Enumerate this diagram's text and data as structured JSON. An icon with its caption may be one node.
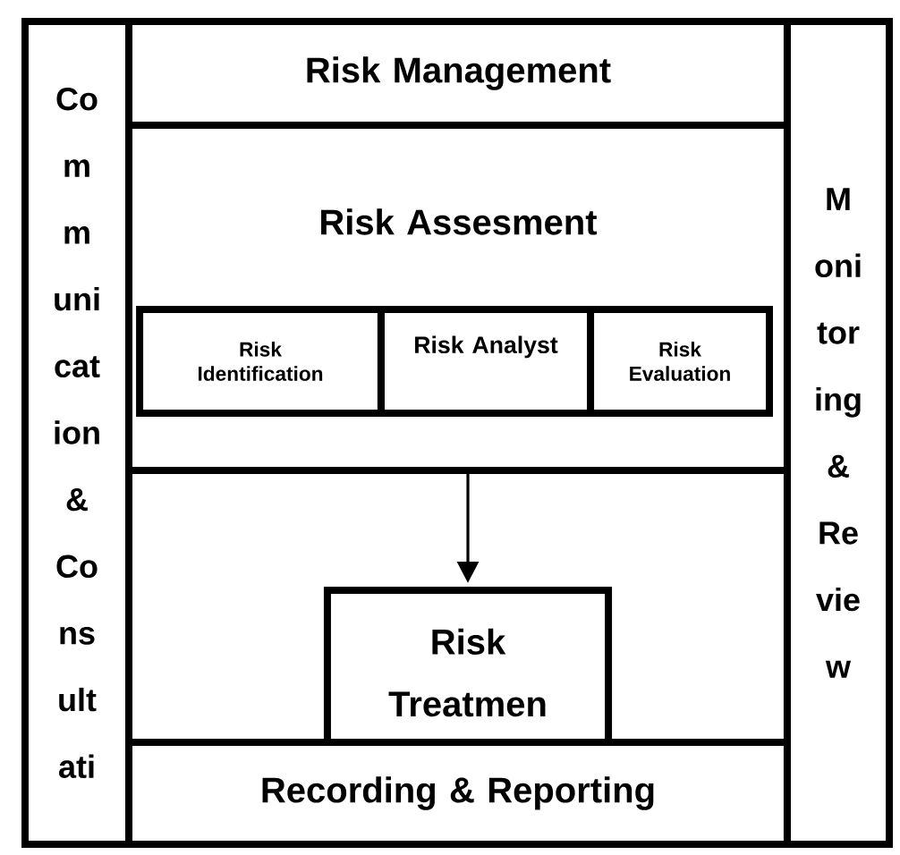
{
  "diagram": {
    "nodes": [
      {
        "text": [
          "Co m m uni cat ion & Co ns ult ati"
        ]
      },
      {
        "text": [
          "Risk Management"
        ]
      },
      {
        "text": [
          "Risk Assesment"
        ]
      },
      {
        "text": [
          "Risk Identification"
        ],
        "in": 2
      },
      {
        "text": [
          "Risk Analyst"
        ],
        "in": 2
      },
      {
        "text": [
          "Risk Evaluation"
        ],
        "in": 2
      },
      {
        "text": [
          "Risk Treatmen"
        ]
      },
      {
        "text": [
          "Recording & Reporting"
        ]
      },
      {
        "text": [
          "M oni tor ing & Re vie w"
        ]
      }
    ],
    "edges": [
      {
        "from": 2,
        "to": 6,
        "arrow": "to"
      }
    ]
  }
}
